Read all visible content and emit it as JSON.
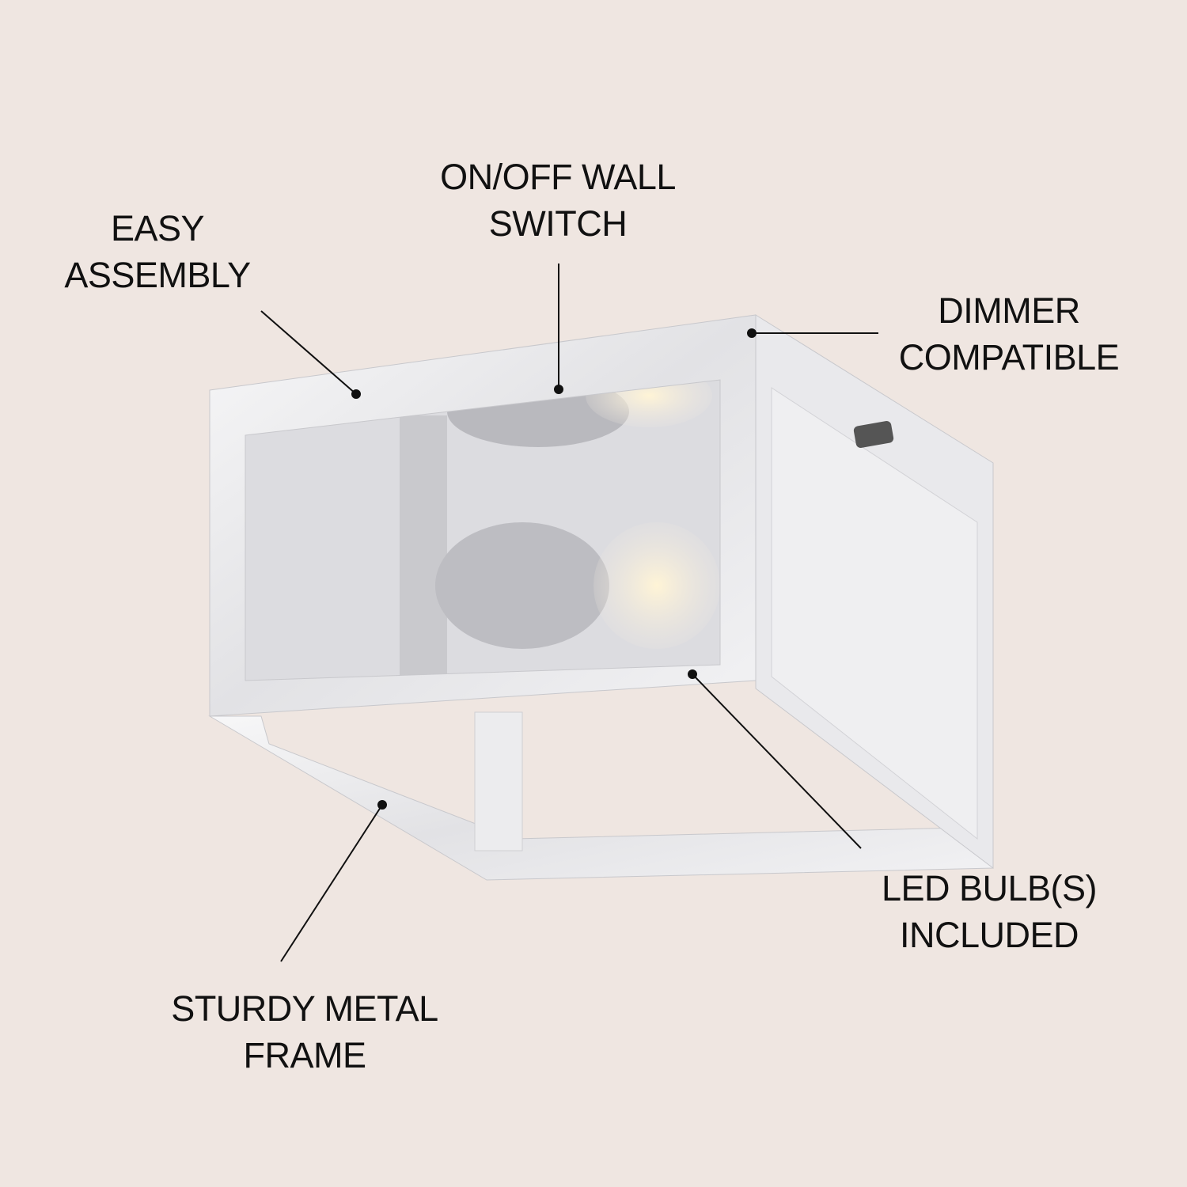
{
  "callouts": {
    "easy_assembly": [
      "EASY",
      "ASSEMBLY"
    ],
    "wall_switch": [
      "ON/OFF WALL",
      "SWITCH"
    ],
    "dimmer": [
      "DIMMER",
      "COMPATIBLE"
    ],
    "led": [
      "LED BULB(S)",
      "INCLUDED"
    ],
    "frame": [
      "STURDY METAL",
      "FRAME"
    ]
  },
  "colors": {
    "background": "#efe6e1",
    "chrome": "#e4e4e6",
    "text": "#111111"
  }
}
